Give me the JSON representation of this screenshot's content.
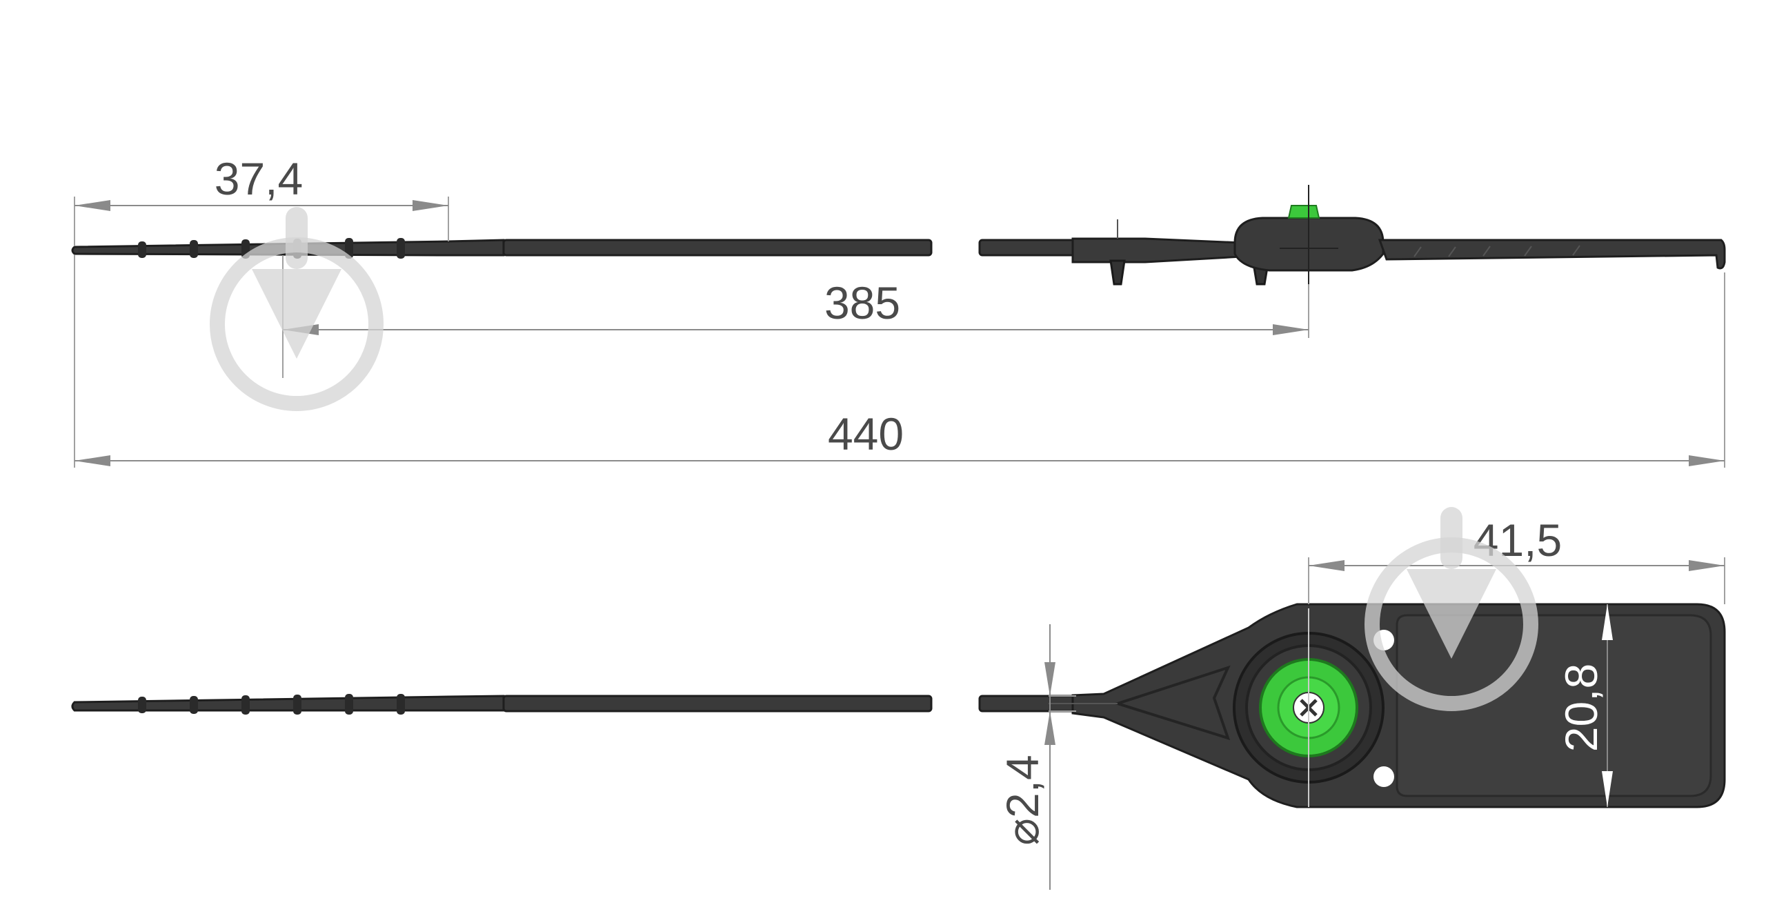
{
  "dimensions": {
    "tip_length": "37,4",
    "working_length": "385",
    "total_length": "440",
    "head_length": "41,5",
    "head_width": "20,8",
    "strap_diameter": "⌀2,4"
  },
  "colors": {
    "body": "#3a3a3a",
    "insert": "#3cc83c",
    "dimension_lines": "#8a8a8a",
    "watermark": "#d4d4d4"
  },
  "icons": [
    "download-watermark-icon"
  ]
}
